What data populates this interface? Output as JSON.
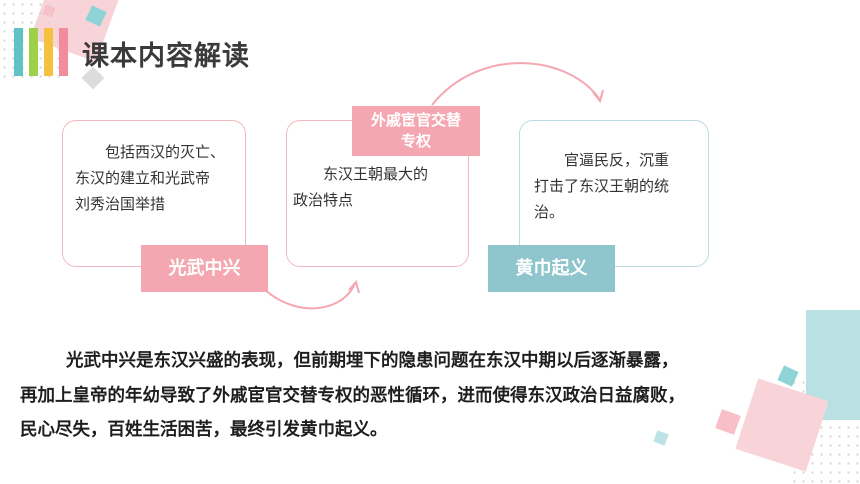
{
  "page": {
    "title": "课本内容解读"
  },
  "cards": [
    {
      "tag": "光武中兴",
      "text": [
        "包括西汉的灭亡、",
        "东汉的建立和光武帝",
        "刘秀治国举措"
      ]
    },
    {
      "tag": "外戚宦官交替专权",
      "text": [
        "东汉王朝最大的",
        "政治特点"
      ]
    },
    {
      "tag": "黄巾起义",
      "text": [
        "官逼民反，沉重",
        "打击了东汉王朝的统",
        "治。"
      ]
    }
  ],
  "summary": {
    "lines": [
      "光武中兴是东汉兴盛的表现，但前期埋下的隐患问题在东汉中期以后逐渐暴露，",
      "再加上皇帝的年幼导致了外戚宦官交替专权的恶性循环，进而使得东汉政治日益腐败，",
      "民心尽失，百姓生活困苦，最终引发黄巾起义。"
    ]
  },
  "colors": {
    "pink": "#f4a7b1",
    "pink_border": "#f2b9c0",
    "teal": "#8fc5cc",
    "teal_border": "#bcdbe0",
    "bar_teal": "#5fc3c3",
    "bar_lime": "#9fd04a",
    "bar_yellow": "#f6c040",
    "bar_pink": "#f08c9c"
  }
}
